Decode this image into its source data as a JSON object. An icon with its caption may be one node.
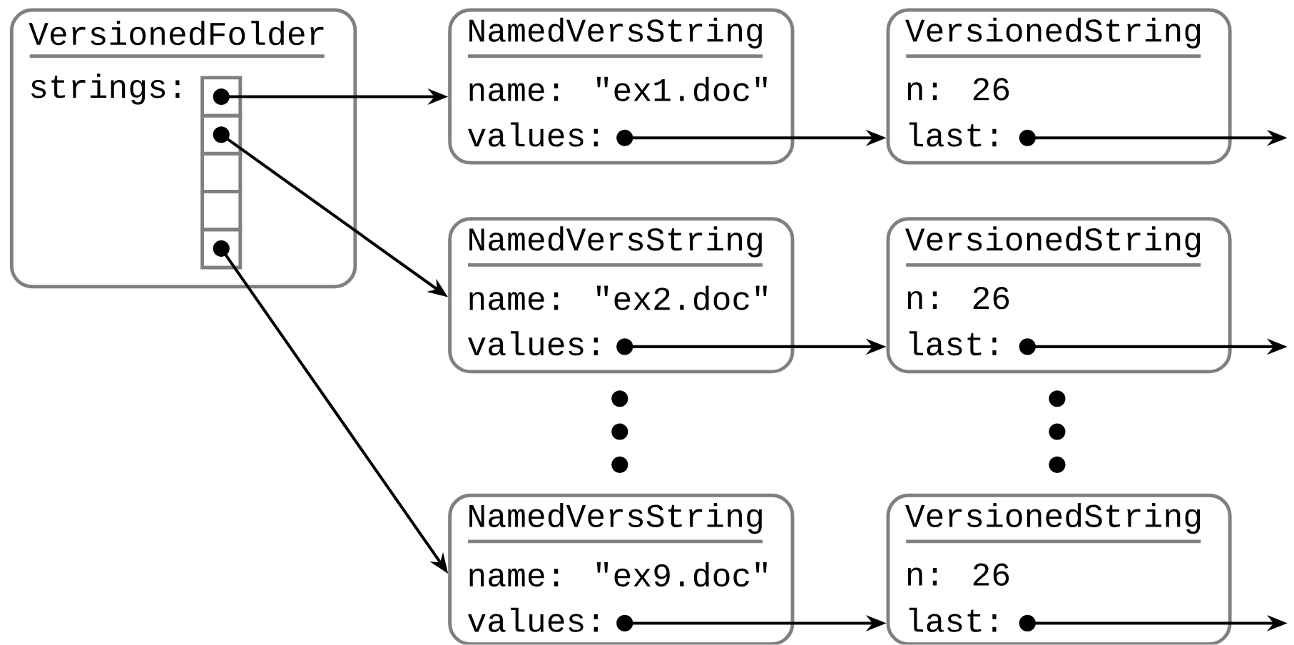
{
  "diagram": {
    "nodes": [
      {
        "text": [
          "VersionedFolder",
          "strings:"
        ]
      },
      {
        "text": [],
        "shape": "box",
        "in": 0
      },
      {
        "text": [],
        "shape": "box",
        "in": 0
      },
      {
        "text": [],
        "shape": "box",
        "in": 0
      },
      {
        "text": [],
        "shape": "box",
        "in": 0
      },
      {
        "text": [],
        "shape": "box",
        "in": 0
      },
      {
        "text": [
          "NamedVersString",
          "name: \"ex1.doc\"",
          "values:"
        ]
      },
      {
        "text": [
          "VersionedString",
          "n: 26",
          "last:"
        ]
      },
      {
        "text": [
          "NamedVersString",
          "name: \"ex2.doc\"",
          "values:"
        ]
      },
      {
        "text": [
          "VersionedString",
          "n: 26",
          "last:"
        ]
      },
      {
        "text": [
          "NamedVersString",
          "name: \"ex9.doc\"",
          "values:"
        ]
      },
      {
        "text": [
          "VersionedString",
          "n: 26",
          "last:"
        ]
      }
    ],
    "edges": [
      {
        "from": 1,
        "to": 6,
        "arrow": "to"
      },
      {
        "from": 2,
        "to": 8,
        "arrow": "to"
      },
      {
        "from": 5,
        "to": 10,
        "arrow": "to"
      },
      {
        "from": 6,
        "to": 7,
        "arrow": "to"
      },
      {
        "from": 7,
        "to": null,
        "arrow": "to"
      },
      {
        "from": 8,
        "to": 9,
        "arrow": "to"
      },
      {
        "from": 9,
        "to": null,
        "arrow": "to"
      },
      {
        "from": 10,
        "to": 11,
        "arrow": "to"
      },
      {
        "from": 11,
        "to": null,
        "arrow": "to"
      }
    ]
  }
}
